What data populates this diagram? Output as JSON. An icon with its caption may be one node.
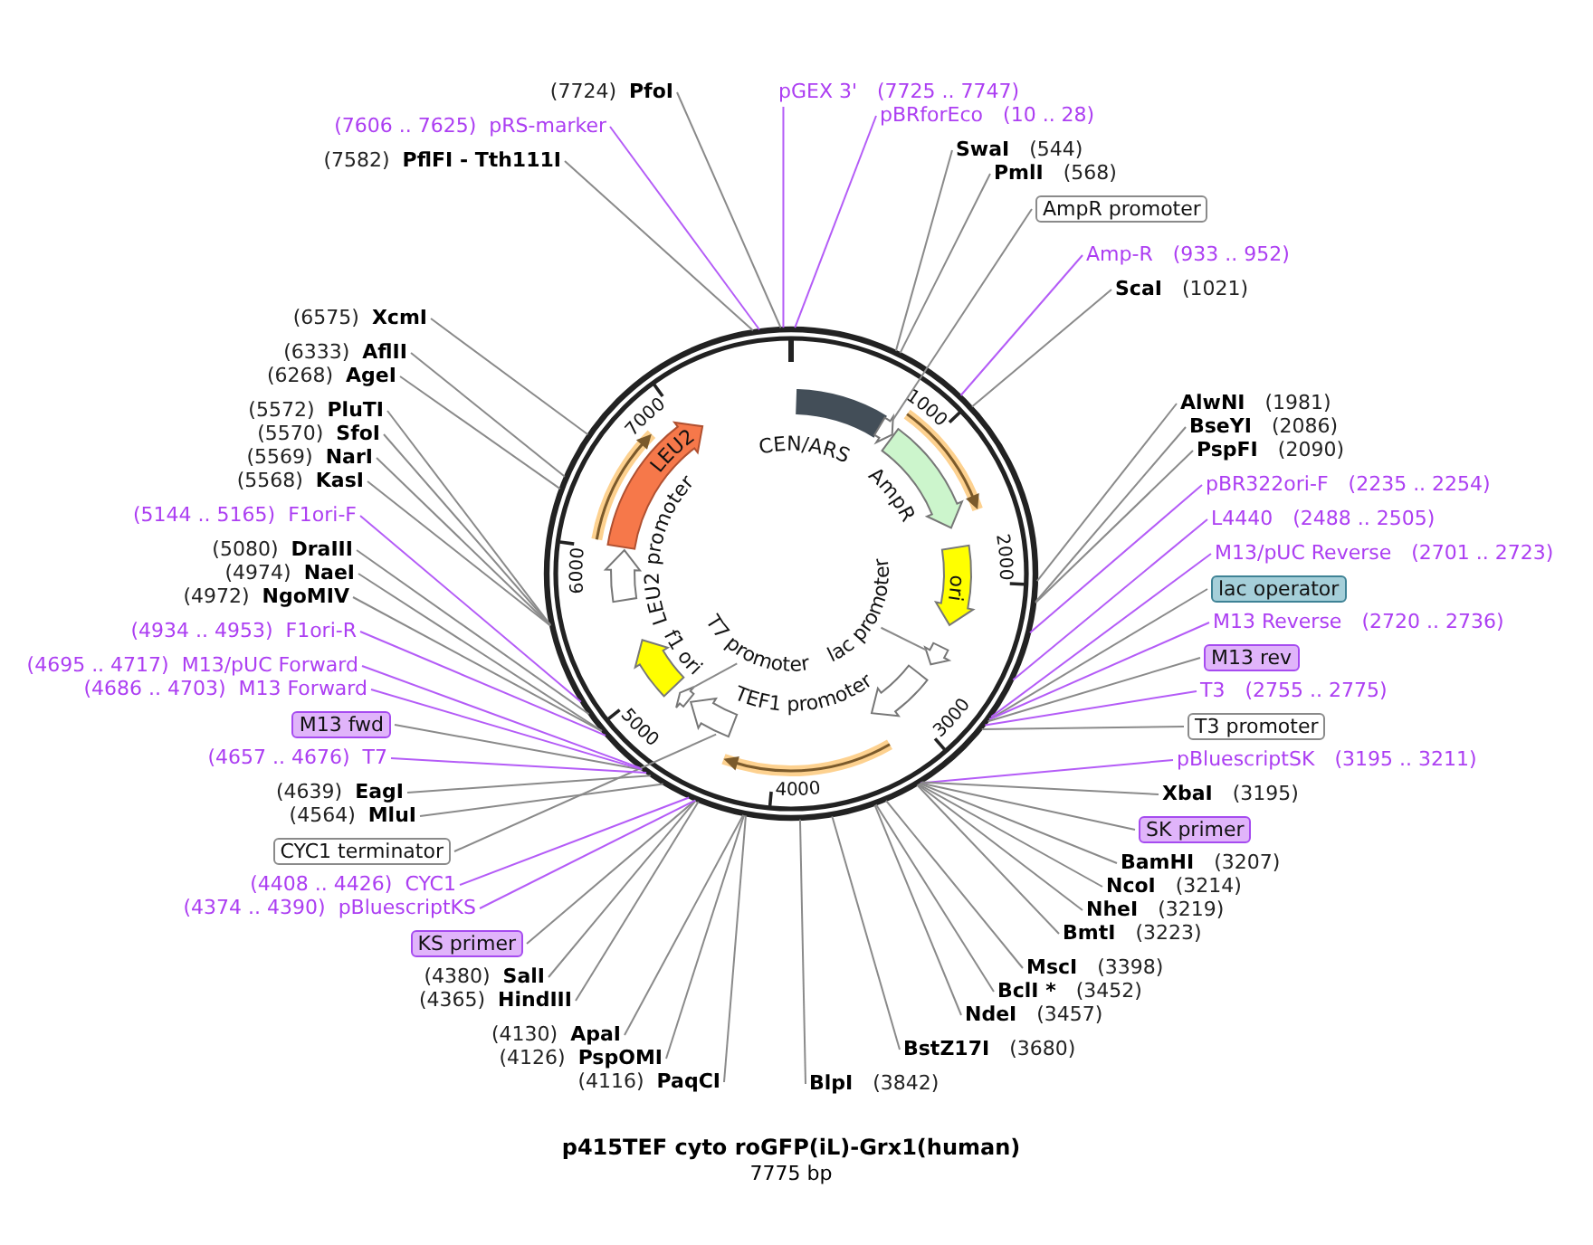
{
  "diagram": {
    "title": "p415TEF cyto roGFP(iL)-Grx1(human)",
    "caption": "7775 bp",
    "nodes": [
      {
        "text": [
          "pGEX 3'",
          "(7725 .. 7747)"
        ]
      },
      {
        "text": [
          "pBRforEco",
          "(10 .. 28)"
        ]
      },
      {
        "text": [
          "SwaI",
          "(544)"
        ]
      },
      {
        "text": [
          "PmlI",
          "(568)"
        ]
      },
      {
        "text": [
          "AmpR promoter"
        ]
      },
      {
        "text": [
          "Amp-R",
          "(933 .. 952)"
        ]
      },
      {
        "text": [
          "ScaI",
          "(1021)"
        ]
      },
      {
        "text": [
          "AlwNI",
          "(1981)"
        ]
      },
      {
        "text": [
          "BseYI",
          "(2086)"
        ]
      },
      {
        "text": [
          "PspFI",
          "(2090)"
        ]
      },
      {
        "text": [
          "pBR322ori-F",
          "(2235 .. 2254)"
        ]
      },
      {
        "text": [
          "L4440",
          "(2488 .. 2505)"
        ]
      },
      {
        "text": [
          "M13/pUC Reverse",
          "(2701 .. 2723)"
        ]
      },
      {
        "text": [
          "lac operator"
        ]
      },
      {
        "text": [
          "M13 Reverse",
          "(2720 .. 2736)"
        ]
      },
      {
        "text": [
          "M13 rev"
        ]
      },
      {
        "text": [
          "T3",
          "(2755 .. 2775)"
        ]
      },
      {
        "text": [
          "T3 promoter"
        ]
      },
      {
        "text": [
          "pBluescriptSK",
          "(3195 .. 3211)"
        ]
      },
      {
        "text": [
          "XbaI",
          "(3195)"
        ]
      },
      {
        "text": [
          "SK primer"
        ]
      },
      {
        "text": [
          "BamHI",
          "(3207)"
        ]
      },
      {
        "text": [
          "NcoI",
          "(3214)"
        ]
      },
      {
        "text": [
          "NheI",
          "(3219)"
        ]
      },
      {
        "text": [
          "BmtI",
          "(3223)"
        ]
      },
      {
        "text": [
          "MscI",
          "(3398)"
        ]
      },
      {
        "text": [
          "BclI *",
          "(3452)"
        ]
      },
      {
        "text": [
          "NdeI",
          "(3457)"
        ]
      },
      {
        "text": [
          "BstZ17I",
          "(3680)"
        ]
      },
      {
        "text": [
          "BlpI",
          "(3842)"
        ]
      },
      {
        "text": [
          "(4116)",
          "PaqCI"
        ]
      },
      {
        "text": [
          "(4126)",
          "PspOMI"
        ]
      },
      {
        "text": [
          "(4130)",
          "ApaI"
        ]
      },
      {
        "text": [
          "(4365)",
          "HindIII"
        ]
      },
      {
        "text": [
          "(4380)",
          "SalI"
        ]
      },
      {
        "text": [
          "KS primer"
        ]
      },
      {
        "text": [
          "(4374 .. 4390)",
          "pBluescriptKS"
        ]
      },
      {
        "text": [
          "(4408 .. 4426)",
          "CYC1"
        ]
      },
      {
        "text": [
          "CYC1 terminator"
        ]
      },
      {
        "text": [
          "(4564)",
          "MluI"
        ]
      },
      {
        "text": [
          "(4639)",
          "EagI"
        ]
      },
      {
        "text": [
          "(4657 .. 4676)",
          "T7"
        ]
      },
      {
        "text": [
          "M13 fwd"
        ]
      },
      {
        "text": [
          "(4686 .. 4703)",
          "M13 Forward"
        ]
      },
      {
        "text": [
          "(4695 .. 4717)",
          "M13/pUC Forward"
        ]
      },
      {
        "text": [
          "(4934 .. 4953)",
          "F1ori-R"
        ]
      },
      {
        "text": [
          "(4972)",
          "NgoMIV"
        ]
      },
      {
        "text": [
          "(4974)",
          "NaeI"
        ]
      },
      {
        "text": [
          "(5080)",
          "DraIII"
        ]
      },
      {
        "text": [
          "(5144 .. 5165)",
          "F1ori-F"
        ]
      },
      {
        "text": [
          "(5568)",
          "KasI"
        ]
      },
      {
        "text": [
          "(5569)",
          "NarI"
        ]
      },
      {
        "text": [
          "(5570)",
          "SfoI"
        ]
      },
      {
        "text": [
          "(5572)",
          "PluTI"
        ]
      },
      {
        "text": [
          "(6268)",
          "AgeI"
        ]
      },
      {
        "text": [
          "(6333)",
          "AflII"
        ]
      },
      {
        "text": [
          "(6575)",
          "XcmI"
        ]
      },
      {
        "text": [
          "(7582)",
          "PflFI - Tth111I"
        ]
      },
      {
        "text": [
          "(7606 .. 7625)",
          "pRS-marker"
        ]
      },
      {
        "text": [
          "(7724)",
          "PfoI"
        ]
      },
      {
        "text": [],
        "shape": "circle"
      },
      {
        "text": [],
        "shape": "arc",
        "beside": [
          "CEN/ARS"
        ],
        "in": 60
      },
      {
        "text": [],
        "shape": "arrow",
        "in": 60
      },
      {
        "text": [],
        "shape": "arrow",
        "in": 60
      },
      {
        "text": [],
        "shape": "arrow",
        "beside": [
          "AmpR"
        ],
        "in": 60
      },
      {
        "text": [
          "ori"
        ],
        "in": 60
      },
      {
        "text": [],
        "shape": "arrow",
        "in": 60
      },
      {
        "text": [
          "lac promoter"
        ],
        "in": 60
      },
      {
        "text": [],
        "shape": "arrow",
        "beside": [
          "TEF1 promoter"
        ],
        "in": 60
      },
      {
        "text": [],
        "shape": "arrow",
        "in": 60
      },
      {
        "text": [],
        "shape": "arrow",
        "in": 60
      },
      {
        "text": [],
        "shape": "arrow",
        "in": 60
      },
      {
        "text": [
          "T7 promoter"
        ],
        "in": 60
      },
      {
        "text": [],
        "shape": "arrow",
        "beside": [
          "f1 ori"
        ],
        "in": 60
      },
      {
        "text": [],
        "shape": "arrow",
        "beside": [
          "LEU2 promoter"
        ],
        "in": 60
      },
      {
        "text": [
          "LEU2"
        ],
        "in": 60
      },
      {
        "text": [],
        "shape": "arrow",
        "in": 60
      }
    ],
    "edges": [
      {
        "from": 0,
        "to": 60,
        "arrow": "none",
        "color": "#b45cf7"
      },
      {
        "from": 1,
        "to": 60,
        "arrow": "none",
        "color": "#b45cf7"
      },
      {
        "from": 2,
        "to": 60,
        "arrow": "none"
      },
      {
        "from": 3,
        "to": 60,
        "arrow": "none"
      },
      {
        "from": 4,
        "to": 62,
        "arrow": "none"
      },
      {
        "from": 5,
        "to": 60,
        "arrow": "none",
        "color": "#b45cf7"
      },
      {
        "from": 6,
        "to": 60,
        "arrow": "none"
      },
      {
        "from": 7,
        "to": 60,
        "arrow": "none"
      },
      {
        "from": 8,
        "to": 60,
        "arrow": "none"
      },
      {
        "from": 9,
        "to": 60,
        "arrow": "none"
      },
      {
        "from": 10,
        "to": 60,
        "arrow": "none",
        "color": "#b45cf7"
      },
      {
        "from": 11,
        "to": 60,
        "arrow": "none",
        "color": "#b45cf7"
      },
      {
        "from": 12,
        "to": 60,
        "arrow": "none",
        "color": "#b45cf7"
      },
      {
        "from": 13,
        "to": 60,
        "arrow": "none"
      },
      {
        "from": 14,
        "to": 60,
        "arrow": "none",
        "color": "#b45cf7"
      },
      {
        "from": 15,
        "to": 60,
        "arrow": "none"
      },
      {
        "from": 16,
        "to": 60,
        "arrow": "none",
        "color": "#b45cf7"
      },
      {
        "from": 17,
        "to": 60,
        "arrow": "none"
      },
      {
        "from": 18,
        "to": 60,
        "arrow": "none",
        "color": "#b45cf7"
      },
      {
        "from": 19,
        "to": 60,
        "arrow": "none"
      },
      {
        "from": 20,
        "to": 60,
        "arrow": "none"
      },
      {
        "from": 21,
        "to": 60,
        "arrow": "none"
      },
      {
        "from": 22,
        "to": 60,
        "arrow": "none"
      },
      {
        "from": 23,
        "to": 60,
        "arrow": "none"
      },
      {
        "from": 24,
        "to": 60,
        "arrow": "none"
      },
      {
        "from": 25,
        "to": 60,
        "arrow": "none"
      },
      {
        "from": 26,
        "to": 60,
        "arrow": "none"
      },
      {
        "from": 27,
        "to": 60,
        "arrow": "none"
      },
      {
        "from": 28,
        "to": 60,
        "arrow": "none"
      },
      {
        "from": 29,
        "to": 60,
        "arrow": "none"
      },
      {
        "from": 30,
        "to": 60,
        "arrow": "none"
      },
      {
        "from": 31,
        "to": 60,
        "arrow": "none"
      },
      {
        "from": 32,
        "to": 60,
        "arrow": "none"
      },
      {
        "from": 33,
        "to": 60,
        "arrow": "none"
      },
      {
        "from": 34,
        "to": 60,
        "arrow": "none"
      },
      {
        "from": 35,
        "to": 60,
        "arrow": "none"
      },
      {
        "from": 36,
        "to": 60,
        "arrow": "none",
        "color": "#b45cf7"
      },
      {
        "from": 37,
        "to": 60,
        "arrow": "none",
        "color": "#b45cf7"
      },
      {
        "from": 38,
        "to": 70,
        "arrow": "none"
      },
      {
        "from": 39,
        "to": 60,
        "arrow": "none"
      },
      {
        "from": 40,
        "to": 60,
        "arrow": "none"
      },
      {
        "from": 41,
        "to": 60,
        "arrow": "none",
        "color": "#b45cf7"
      },
      {
        "from": 42,
        "to": 60,
        "arrow": "none"
      },
      {
        "from": 43,
        "to": 60,
        "arrow": "none",
        "color": "#b45cf7"
      },
      {
        "from": 44,
        "to": 60,
        "arrow": "none",
        "color": "#b45cf7"
      },
      {
        "from": 45,
        "to": 60,
        "arrow": "none",
        "color": "#b45cf7"
      },
      {
        "from": 46,
        "to": 60,
        "arrow": "none"
      },
      {
        "from": 47,
        "to": 60,
        "arrow": "none"
      },
      {
        "from": 48,
        "to": 60,
        "arrow": "none"
      },
      {
        "from": 49,
        "to": 60,
        "arrow": "none",
        "color": "#b45cf7"
      },
      {
        "from": 50,
        "to": 60,
        "arrow": "none"
      },
      {
        "from": 51,
        "to": 60,
        "arrow": "none"
      },
      {
        "from": 52,
        "to": 60,
        "arrow": "none"
      },
      {
        "from": 53,
        "to": 60,
        "arrow": "none"
      },
      {
        "from": 54,
        "to": 60,
        "arrow": "none"
      },
      {
        "from": 55,
        "to": 60,
        "arrow": "none"
      },
      {
        "from": 56,
        "to": 60,
        "arrow": "none"
      },
      {
        "from": 57,
        "to": 60,
        "arrow": "none"
      },
      {
        "from": 58,
        "to": 60,
        "arrow": "none",
        "color": "#b45cf7"
      },
      {
        "from": 59,
        "to": 60,
        "arrow": "none"
      },
      {
        "from": 67,
        "to": 66,
        "arrow": "none"
      },
      {
        "from": 72,
        "to": 71,
        "arrow": "none"
      }
    ],
    "labels": [
      "1000",
      "2000",
      "3000",
      "4000",
      "5000",
      "6000",
      "7000"
    ]
  }
}
